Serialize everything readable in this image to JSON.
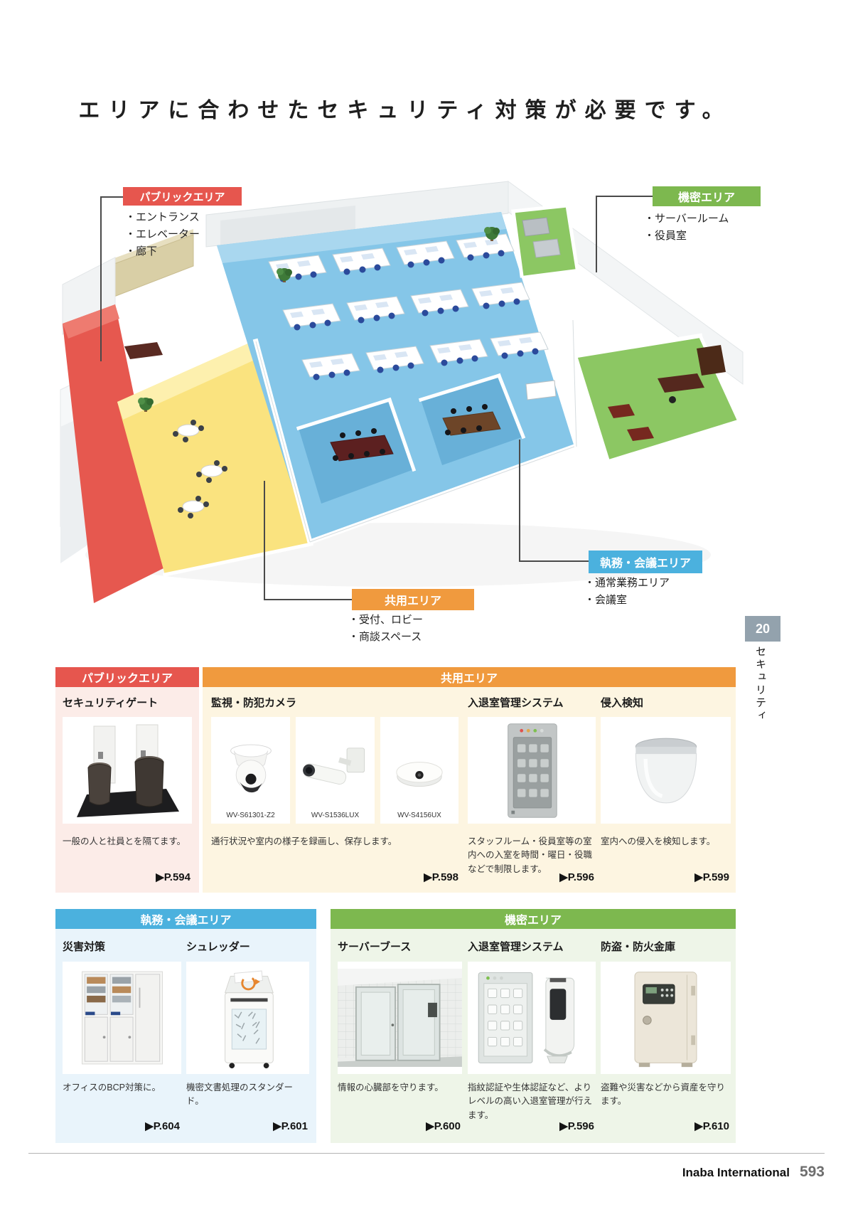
{
  "page": {
    "title": "エリアに合わせたセキュリティ対策が必要です。",
    "side_tab": {
      "number": "20",
      "label": "セキュリティ"
    },
    "footer": {
      "brand": "Inaba International",
      "page_number": "593"
    }
  },
  "colors": {
    "public": "#e6564e",
    "common": "#f09a3e",
    "office": "#4bb1de",
    "confidential": "#7db84f"
  },
  "callouts": {
    "public": {
      "label": "パブリックエリア",
      "items": [
        "・エントランス",
        "・エレベーター",
        "・廊下"
      ]
    },
    "confidential": {
      "label": "機密エリア",
      "items": [
        "・サーバールーム",
        "・役員室"
      ]
    },
    "office": {
      "label": "執務・会議エリア",
      "items": [
        "・通常業務エリア",
        "・会議室"
      ]
    },
    "common": {
      "label": "共用エリア",
      "items": [
        "・受付、ロビー",
        "・商談スペース"
      ]
    }
  },
  "sections": {
    "public": {
      "title": "パブリックエリア",
      "product": {
        "name": "セキュリティゲート",
        "caption": "一般の人と社員とを隔てます。",
        "page_ref": "▶P.594"
      }
    },
    "common": {
      "title": "共用エリア",
      "cameras": {
        "name": "監視・防犯カメラ",
        "models": [
          "WV-S61301-Z2",
          "WV-S1536LUX",
          "WV-S4156UX"
        ],
        "caption": "通行状況や室内の様子を録画し、保存します。",
        "page_ref": "▶P.598"
      },
      "access": {
        "name": "入退室管理システム",
        "caption": "スタッフルーム・役員室等の室内への入室を時間・曜日・役職などで制限します。",
        "page_ref": "▶P.596"
      },
      "intrusion": {
        "name": "侵入検知",
        "caption": "室内への侵入を検知します。",
        "page_ref": "▶P.599"
      }
    },
    "office": {
      "title": "執務・会議エリア",
      "disaster": {
        "name": "災害対策",
        "caption": "オフィスのBCP対策に。",
        "page_ref": "▶P.604"
      },
      "shredder": {
        "name": "シュレッダー",
        "caption": "機密文書処理のスタンダード。",
        "page_ref": "▶P.601"
      }
    },
    "confidential": {
      "title": "機密エリア",
      "server_booth": {
        "name": "サーバーブース",
        "caption": "情報の心臓部を守ります。",
        "page_ref": "▶P.600"
      },
      "access": {
        "name": "入退室管理システム",
        "caption": "指紋認証や生体認証など、よりレベルの高い入退室管理が行えます。",
        "page_ref": "▶P.596"
      },
      "safe": {
        "name": "防盗・防火金庫",
        "caption": "盗難や災害などから資産を守ります。",
        "page_ref": "▶P.610"
      }
    }
  }
}
